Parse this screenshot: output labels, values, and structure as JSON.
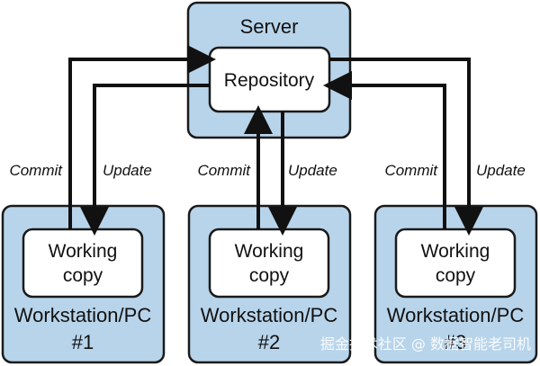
{
  "server": {
    "title": "Server",
    "repository": "Repository"
  },
  "workstations": [
    {
      "working_copy_line1": "Working",
      "working_copy_line2": "copy",
      "label_line1": "Workstation/PC",
      "label_line2": "#1",
      "commit": "Commit",
      "update": "Update"
    },
    {
      "working_copy_line1": "Working",
      "working_copy_line2": "copy",
      "label_line1": "Workstation/PC",
      "label_line2": "#2",
      "commit": "Commit",
      "update": "Update"
    },
    {
      "working_copy_line1": "Working",
      "working_copy_line2": "copy",
      "label_line1": "Workstation/PC",
      "label_line2": "#3",
      "commit": "Commit",
      "update": "Update"
    }
  ],
  "watermark": "掘金技术社区 @ 数据智能老司机",
  "colors": {
    "box_fill": "#b8d4ea",
    "stroke": "#1a1a1a"
  }
}
